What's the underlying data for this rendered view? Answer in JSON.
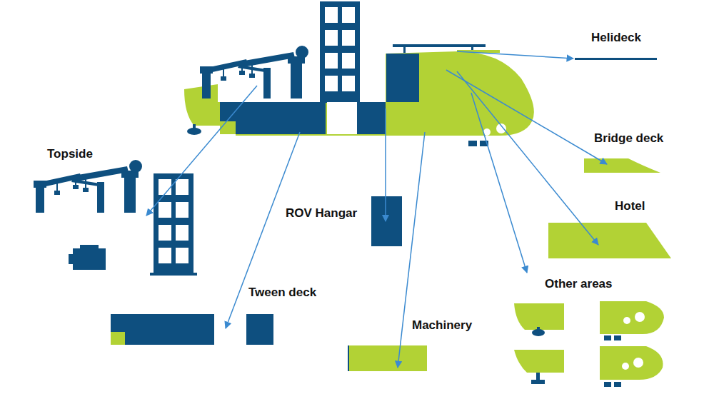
{
  "diagram": {
    "labels": [
      "Helideck",
      "Topside",
      "Bridge deck",
      "Hotel",
      "ROV Hangar",
      "Tween deck",
      "Machinery",
      "Other areas"
    ]
  }
}
